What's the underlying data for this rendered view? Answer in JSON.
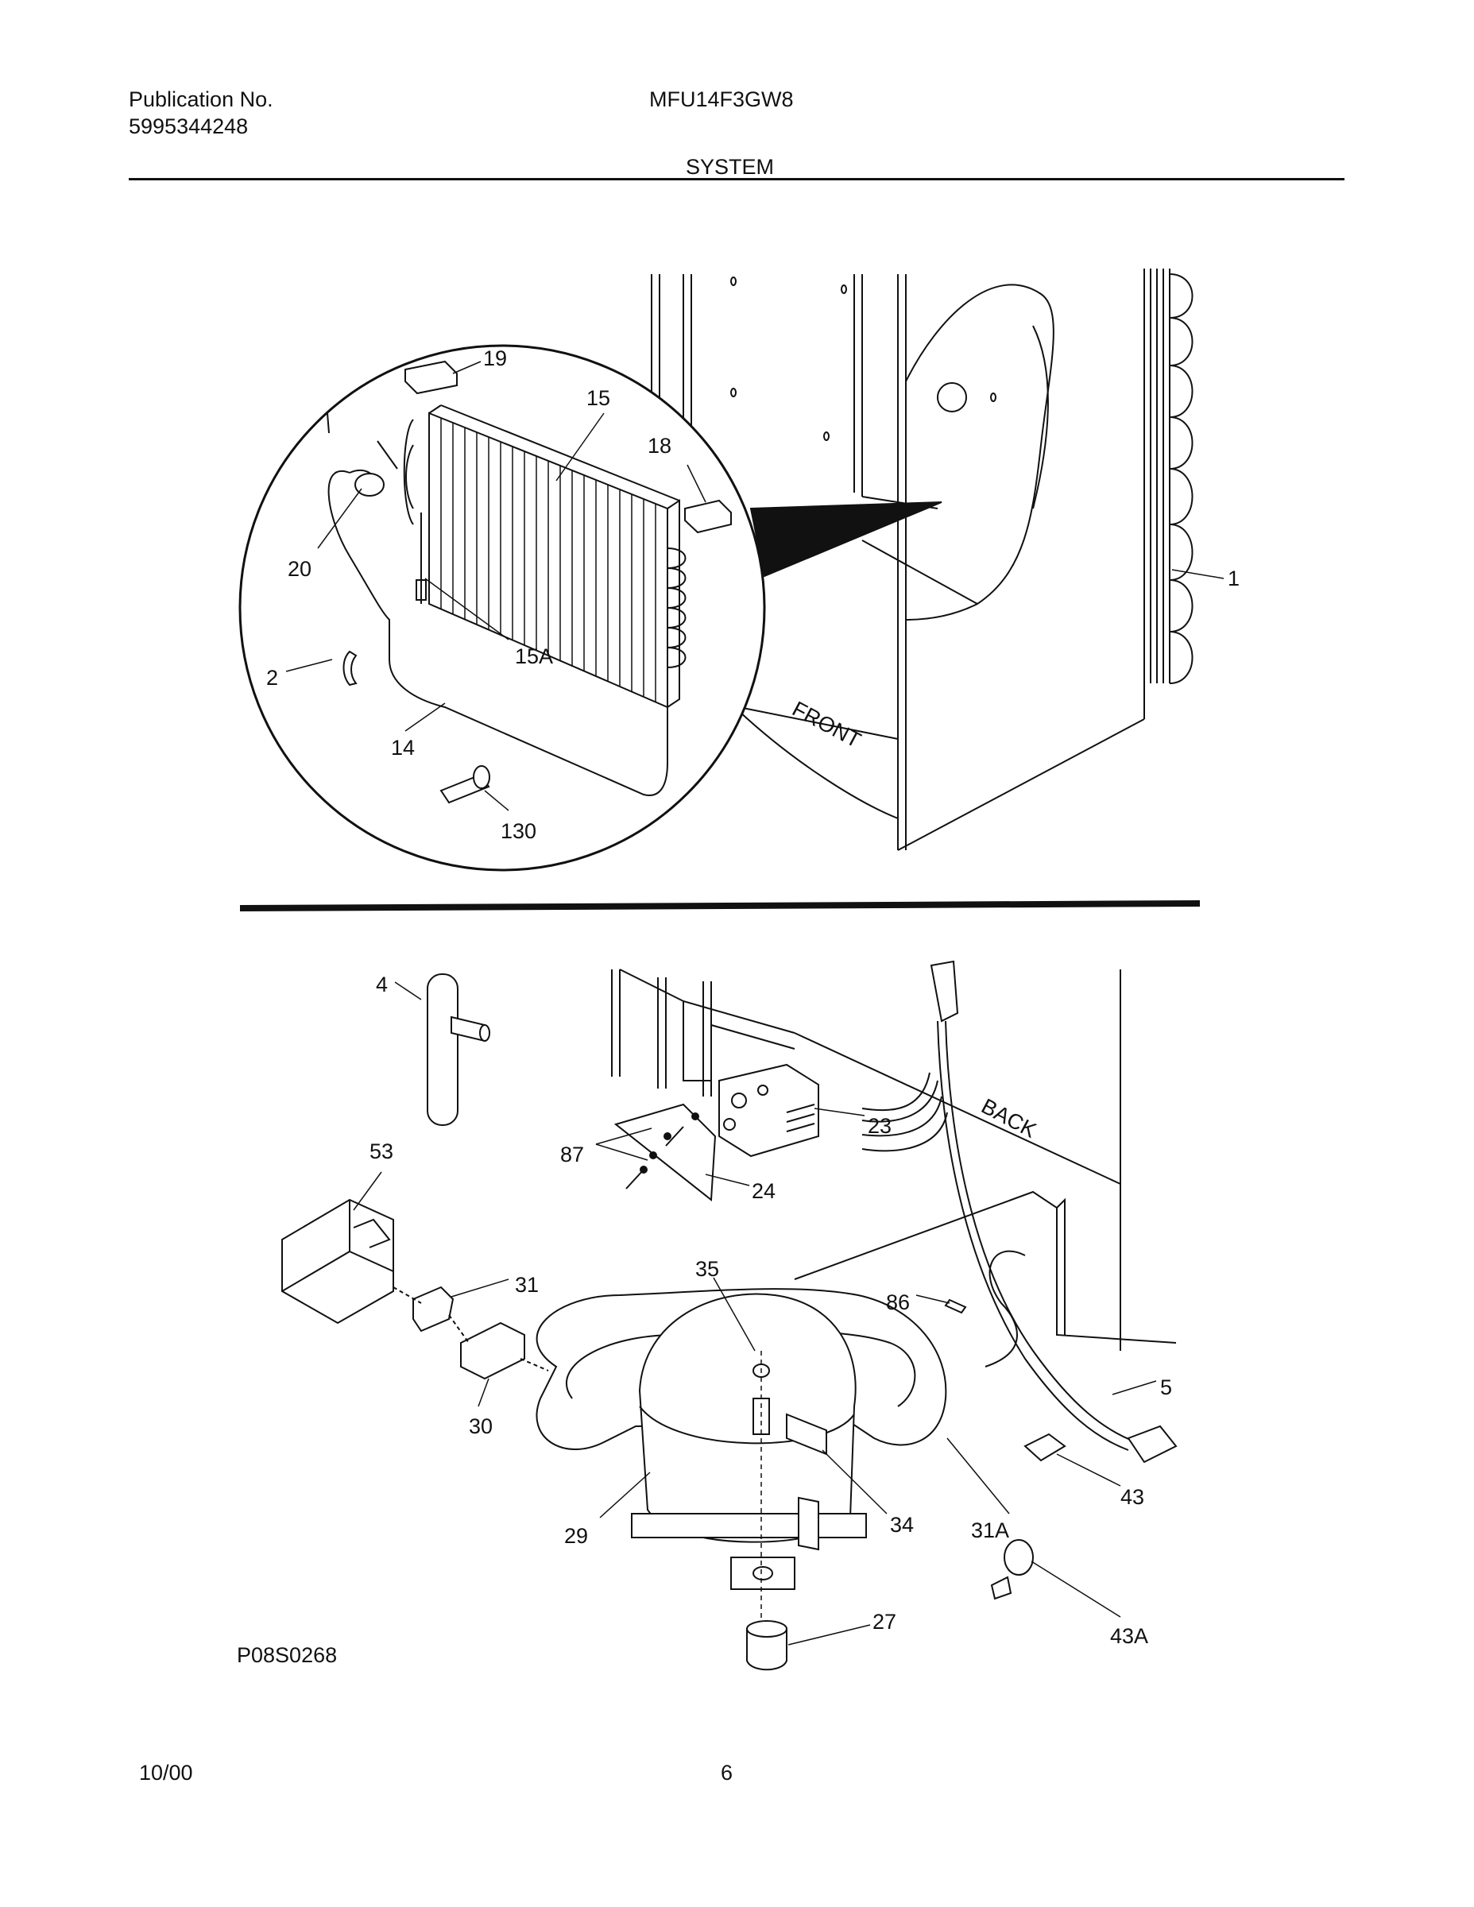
{
  "header": {
    "publication_label": "Publication No.",
    "publication_number": "5995344248",
    "model": "MFU14F3GW8",
    "section": "SYSTEM"
  },
  "footer": {
    "date": "10/00",
    "page": "6",
    "drawing_code": "P08S0268"
  },
  "top_view": {
    "front_label": "FRONT",
    "callouts": [
      "19",
      "15",
      "18",
      "20",
      "15A",
      "2",
      "14",
      "130",
      "1"
    ]
  },
  "bottom_view": {
    "back_label": "BACK",
    "callouts": [
      "4",
      "53",
      "87",
      "23",
      "24",
      "31",
      "35",
      "86",
      "30",
      "5",
      "29",
      "34",
      "31A",
      "43",
      "27",
      "43A"
    ]
  }
}
